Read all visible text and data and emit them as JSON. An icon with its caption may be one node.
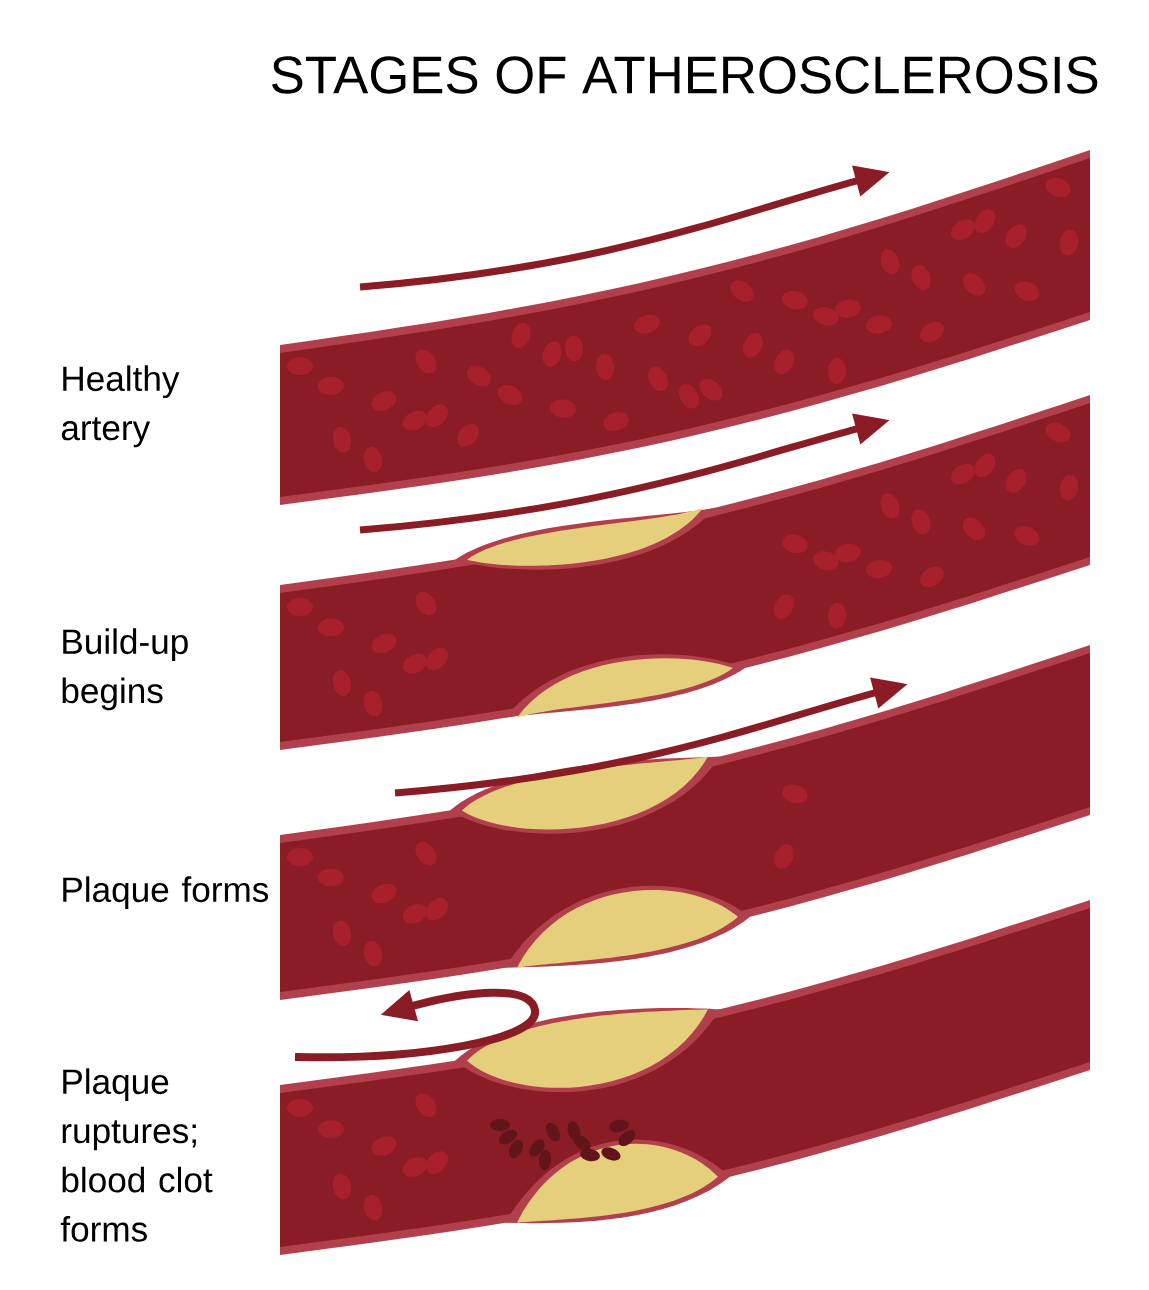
{
  "diagram": {
    "title": "STAGES OF ATHEROSCLEROSIS",
    "labels": [
      "Healthy artery",
      "Build-up begins",
      "Plaque forms",
      "Plaque ruptures; blood clot forms"
    ]
  }
}
